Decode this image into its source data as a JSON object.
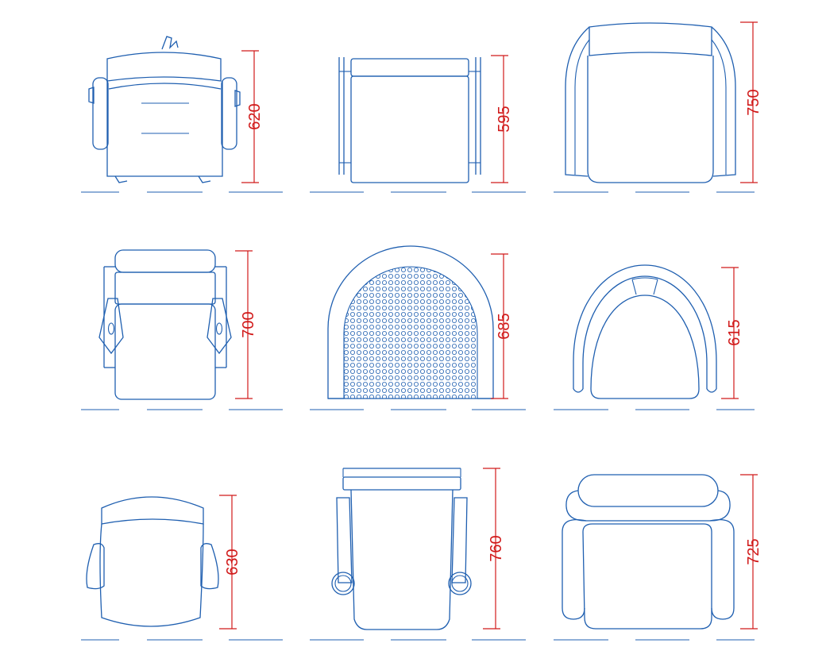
{
  "colors": {
    "outline": "#1f5fb0",
    "dimension": "#d11a1a",
    "background": "#ffffff"
  },
  "plans": [
    {
      "id": "chair-1",
      "dimension": "620"
    },
    {
      "id": "chair-2",
      "dimension": "595"
    },
    {
      "id": "chair-3",
      "dimension": "750"
    },
    {
      "id": "chair-4",
      "dimension": "700"
    },
    {
      "id": "chair-5",
      "dimension": "685"
    },
    {
      "id": "chair-6",
      "dimension": "615"
    },
    {
      "id": "chair-7",
      "dimension": "630"
    },
    {
      "id": "chair-8",
      "dimension": "760"
    },
    {
      "id": "chair-9",
      "dimension": "725"
    }
  ]
}
